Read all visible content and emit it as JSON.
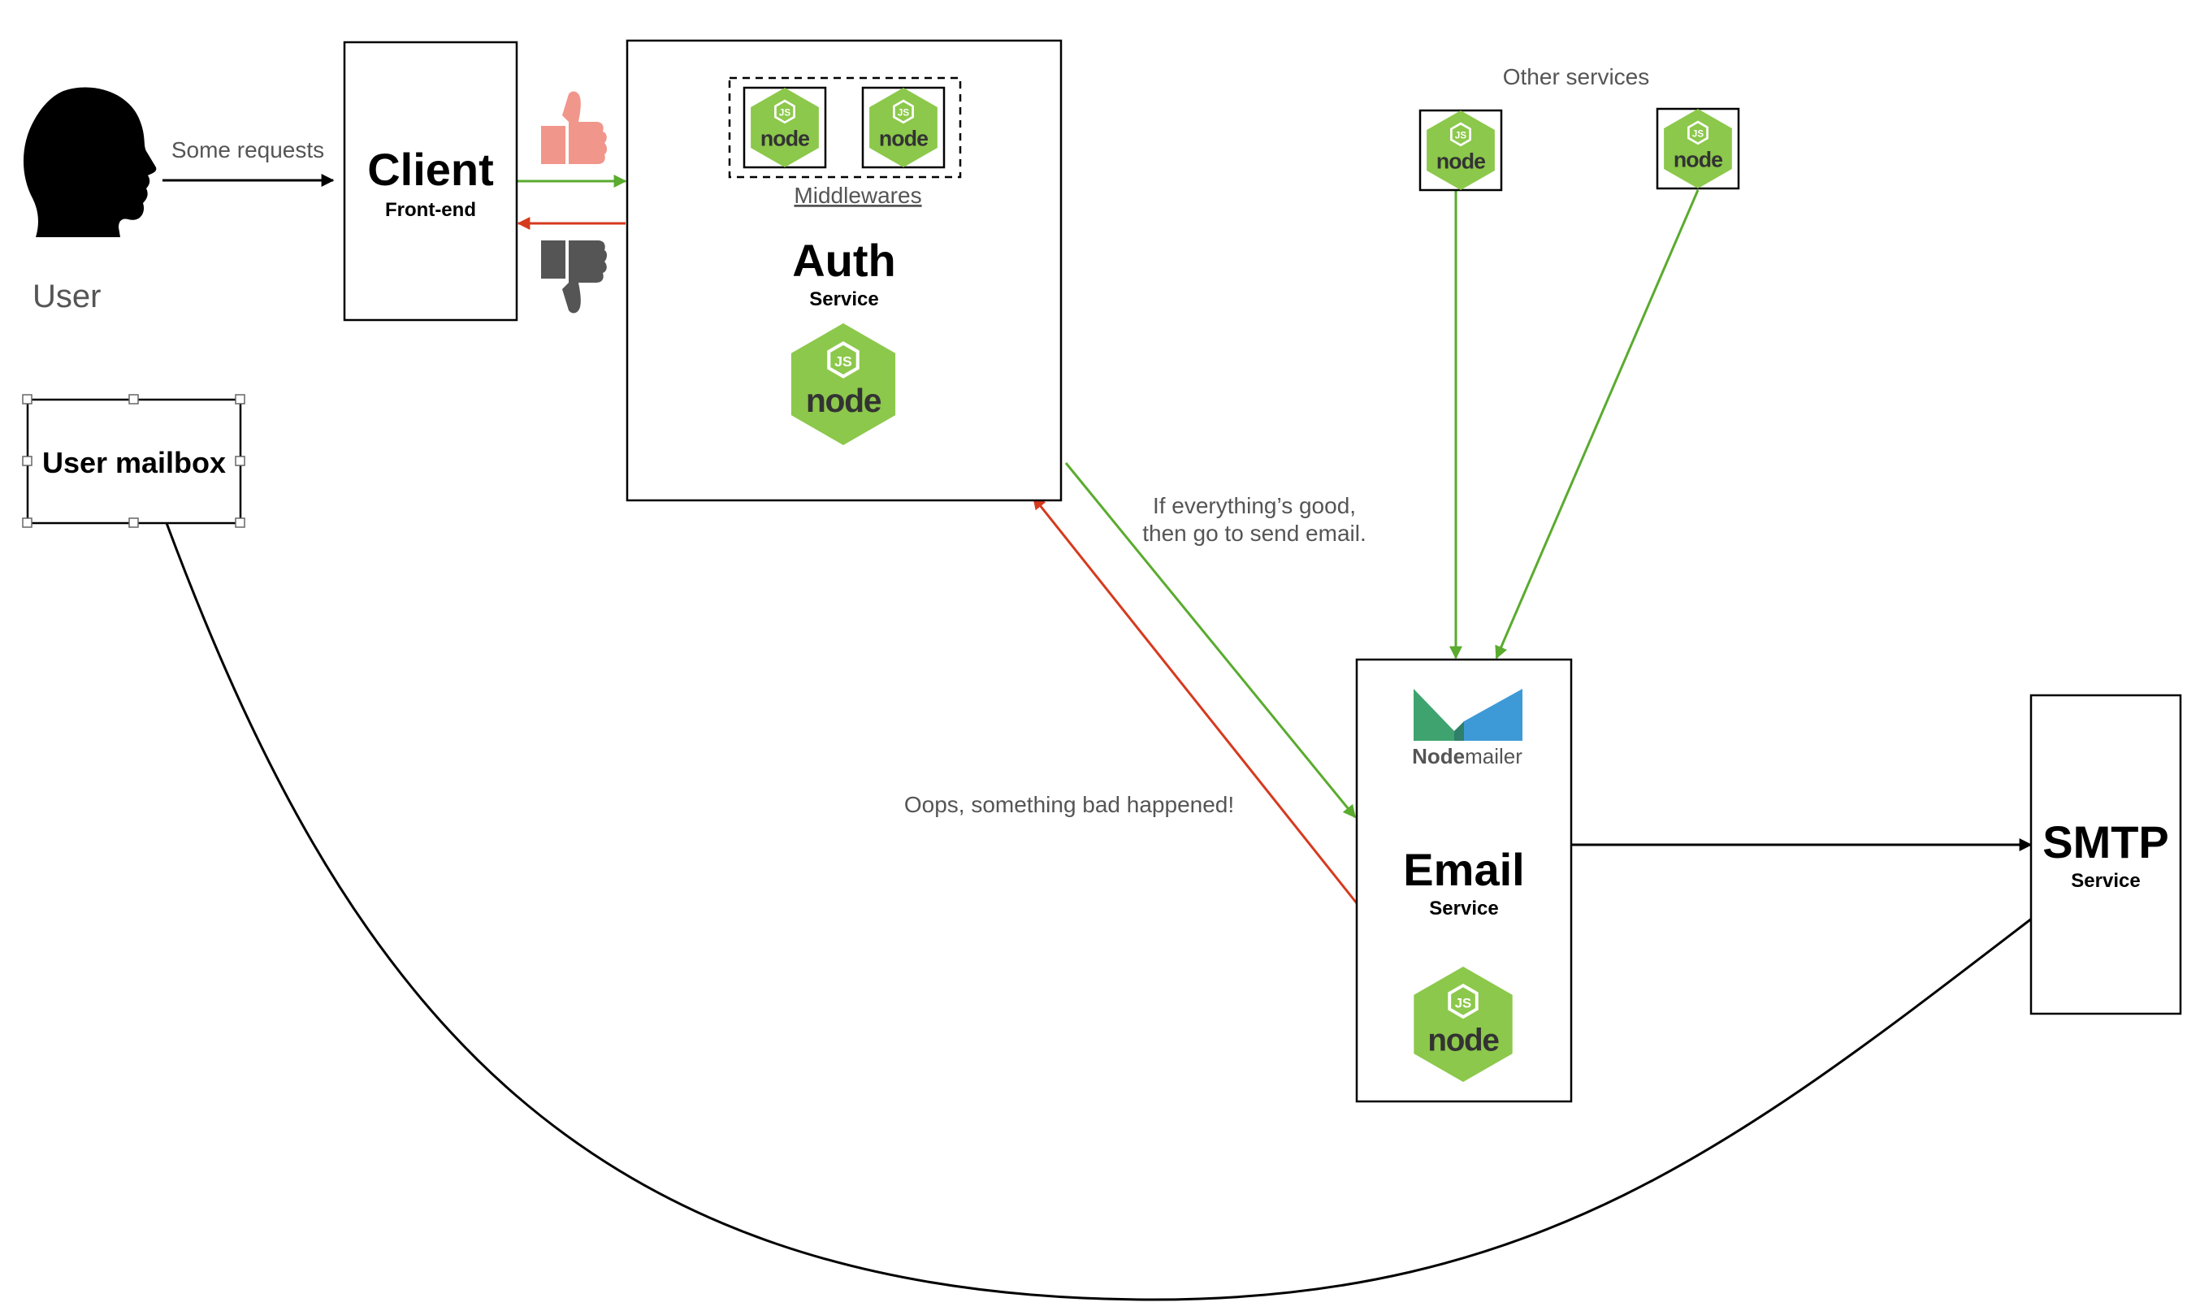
{
  "user": {
    "label": "User"
  },
  "client": {
    "title": "Client",
    "subtitle": "Front-end"
  },
  "auth": {
    "title": "Auth",
    "subtitle": "Service",
    "middlewares_label": "Middlewares"
  },
  "email": {
    "title": "Email",
    "subtitle": "Service",
    "nodemailer_bold": "Node",
    "nodemailer_rest": "mailer"
  },
  "smtp": {
    "title": "SMTP",
    "subtitle": "Service"
  },
  "mailbox": {
    "label": "User mailbox"
  },
  "other_services": {
    "label": "Other services"
  },
  "edges": {
    "user_to_client": "Some requests",
    "auth_to_email_line1": "If everything’s good,",
    "auth_to_email_line2": "then go to send email.",
    "email_to_auth": "Oops, something bad happened!"
  },
  "node_logo": {
    "js": "JS",
    "word": "node"
  },
  "colors": {
    "green_arrow": "#5aab2e",
    "red_arrow": "#d63a1e",
    "node_green": "#8cc84b",
    "node_dark": "#333333",
    "thumb_up": "#f0968a",
    "thumb_down": "#555555",
    "nodemailer_green": "#3fa36f",
    "nodemailer_blue": "#3d9ad6",
    "text_gray": "#555555"
  }
}
